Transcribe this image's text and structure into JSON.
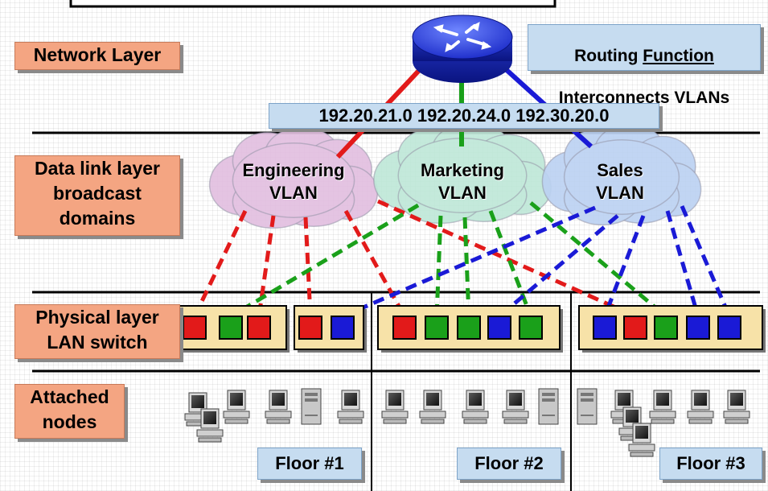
{
  "layers": {
    "network": "Network Layer",
    "datalink": "Data link layer\nbroadcast\ndomains",
    "physical": "Physical layer\nLAN switch",
    "nodes": "Attached\nnodes"
  },
  "routing": {
    "prefix": "Routing ",
    "emphasis": "Function",
    "line2": "Interconnects VLANs"
  },
  "subnets": "192.20.21.0 192.20.24.0 192.30.20.0",
  "vlans": [
    {
      "name": "Engineering\nVLAN",
      "color": "#e2bfe0"
    },
    {
      "name": "Marketing\nVLAN",
      "color": "#bfe8d8"
    },
    {
      "name": "Sales\nVLAN",
      "color": "#bcd2f2"
    }
  ],
  "floors": [
    "Floor #1",
    "Floor #2",
    "Floor #3"
  ],
  "switches": [
    {
      "ports": [
        "red",
        "green",
        "red"
      ]
    },
    {
      "ports": [
        "red",
        "blue"
      ]
    },
    {
      "ports": [
        "red",
        "green",
        "green",
        "blue",
        "green"
      ]
    },
    {
      "ports": [
        "blue",
        "red",
        "green",
        "blue",
        "blue"
      ]
    }
  ],
  "link_colors": {
    "red": "#e21a1a",
    "green": "#1aa01a",
    "blue": "#1a1ad6"
  },
  "nodes_per_floor": [
    [
      "workstation",
      "workstation",
      "workstation",
      "workstation",
      "tower",
      "workstation"
    ],
    [
      "workstation",
      "workstation",
      "workstation",
      "workstation",
      "tower"
    ],
    [
      "tower",
      "workstation",
      "workstation",
      "workstation",
      "workstation",
      "workstation",
      "workstation"
    ]
  ]
}
